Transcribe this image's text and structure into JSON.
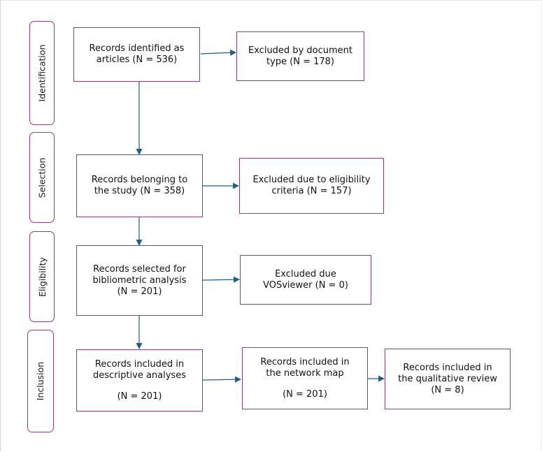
{
  "stages": {
    "identification": "Identification",
    "selection": "Selection",
    "eligibility": "Eligibility",
    "inclusion": "Inclusion"
  },
  "boxes": {
    "identified": [
      "Records identified as",
      "articles (N = 536)"
    ],
    "excluded_doctype": [
      "Excluded by document",
      "type (N = 178)"
    ],
    "belonging": [
      "Records belonging to",
      "the study (N = 358)"
    ],
    "excluded_eligibility": [
      "Excluded due to eligibility",
      "criteria (N = 157)"
    ],
    "selected": [
      "Records selected for",
      "bibliometric analysis",
      "(N = 201)"
    ],
    "excluded_vos": [
      "Excluded due",
      "VOSviewer (N = 0)"
    ],
    "descriptive": [
      "Records included in",
      "descriptive analyses",
      "(N = 201)"
    ],
    "network": [
      "Records included in",
      "the network map",
      "(N = 201)"
    ],
    "qualitative": [
      "Records included in",
      "the qualitative review",
      "(N = 8)"
    ]
  },
  "colors": {
    "box_border": "#8a3d7c",
    "arrow": "#1f5f7f"
  }
}
